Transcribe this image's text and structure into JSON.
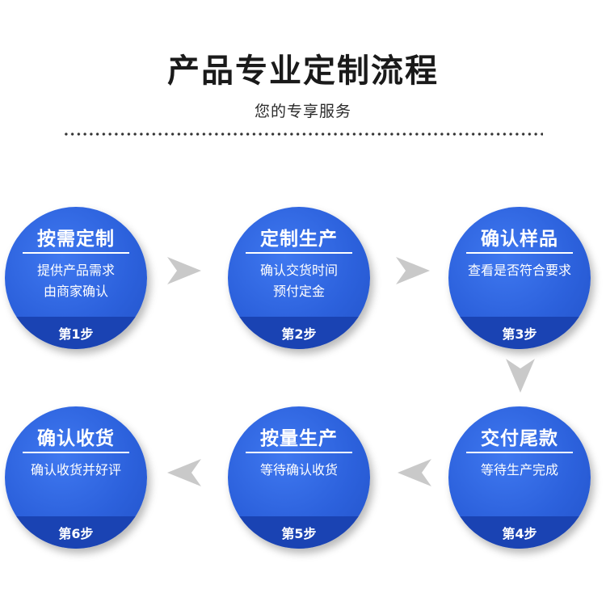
{
  "header": {
    "title": "产品专业定制流程",
    "subtitle": "您的专享服务"
  },
  "steps": [
    {
      "title": "按需定制",
      "desc1": "提供产品需求",
      "desc2": "由商家确认",
      "step": "第1步"
    },
    {
      "title": "定制生产",
      "desc1": "确认交货时间",
      "desc2": "预付定金",
      "step": "第2步"
    },
    {
      "title": "确认样品",
      "desc1": "查看是否符合要求",
      "desc2": "",
      "step": "第3步"
    },
    {
      "title": "交付尾款",
      "desc1": "等待生产完成",
      "desc2": "",
      "step": "第4步"
    },
    {
      "title": "按量生产",
      "desc1": "等待确认收货",
      "desc2": "",
      "step": "第5步"
    },
    {
      "title": "确认收货",
      "desc1": "确认收货并好评",
      "desc2": "",
      "step": "第6步"
    }
  ],
  "arrows": [
    {
      "name": "arrow-right-icon",
      "direction": "right"
    },
    {
      "name": "arrow-right-icon",
      "direction": "right"
    },
    {
      "name": "arrow-down-icon",
      "direction": "down"
    },
    {
      "name": "arrow-left-icon",
      "direction": "left"
    },
    {
      "name": "arrow-left-icon",
      "direction": "left"
    }
  ],
  "colors": {
    "circle": "#2c61dc",
    "band": "#1a43b3",
    "arrow": "#c9c9c9",
    "text": "#1a1a1a"
  }
}
